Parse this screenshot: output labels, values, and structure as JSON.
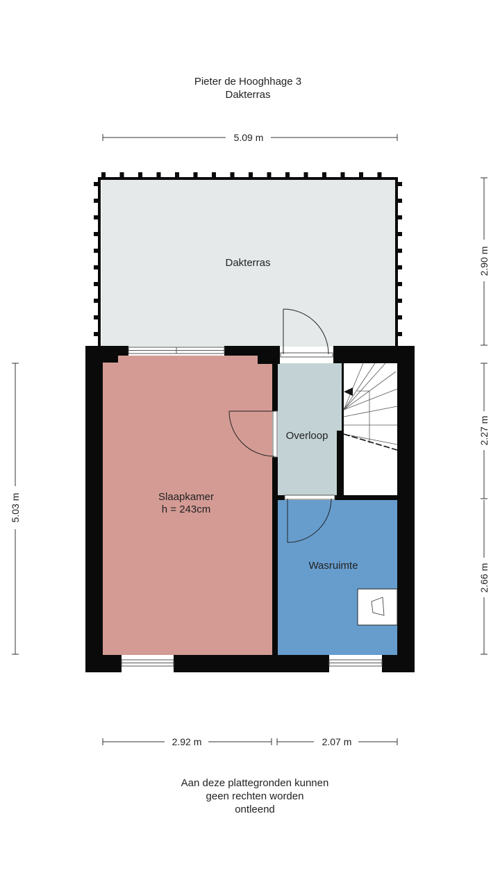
{
  "header": {
    "address": "Pieter de Hooghhage 3",
    "floor": "Dakterras"
  },
  "rooms": {
    "dakterras": {
      "name": "Dakterras",
      "color": "#e5e9e9"
    },
    "slaapkamer": {
      "name": "Slaapkamer",
      "height": "h = 243cm",
      "color": "#d49b95"
    },
    "overloop": {
      "name": "Overloop",
      "color": "#c3d3d5"
    },
    "wasruimte": {
      "name": "Wasruimte",
      "color": "#679dcd"
    }
  },
  "dimensions": {
    "top_width": "5.09 m",
    "left_height": "5.03 m",
    "right_terrace": "2.90 m",
    "right_stair": "2.27 m",
    "right_wash": "2.66 m",
    "bottom_left": "2.92 m",
    "bottom_right": "2.07 m"
  },
  "footer": {
    "line1": "Aan deze plattegronden kunnen",
    "line2": "geen rechten worden",
    "line3": "ontleend"
  },
  "colors": {
    "wall": "#0a0a0a",
    "dimension_line": "#333333"
  }
}
